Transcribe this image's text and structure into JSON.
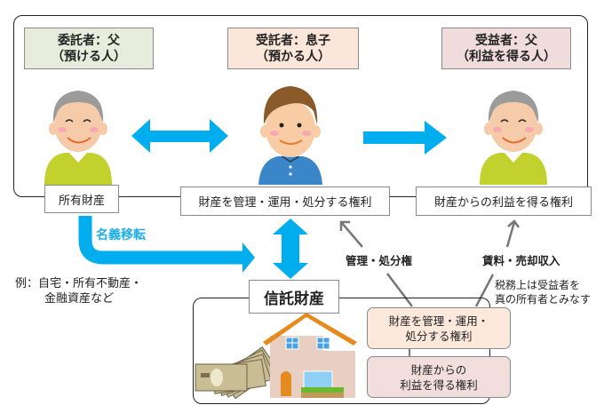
{
  "roles": {
    "settlor": {
      "line1": "委託者：父",
      "line2": "（預ける人）",
      "bg": "#e8ecdc"
    },
    "trustee": {
      "line1": "受託者：息子",
      "line2": "（預かる人）",
      "bg": "#fbe7da"
    },
    "beneficiary": {
      "line1": "受益者：父",
      "line2": "（利益を得る人）",
      "bg": "#f0dcdc"
    }
  },
  "labels": {
    "owned_property": "所有財産",
    "manage_right": "財産を管理・運用・処分する権利",
    "benefit_right": "財産からの利益を得る権利"
  },
  "transfer": {
    "label": "名義移転",
    "color": "#00aeef"
  },
  "example": {
    "line1": "例：自宅・所有不動産・",
    "line2": "金融資産など"
  },
  "trust_property": {
    "title": "信託財産",
    "rights": [
      {
        "line1": "財産を管理・運用・",
        "line2": "処分する権利",
        "bg": "#fde9dc"
      },
      {
        "line1": "財産からの",
        "line2": "利益を得る権利",
        "bg": "#f2dedd"
      }
    ]
  },
  "edges": {
    "management": "管理・処分権",
    "income": "賃料・売却収入"
  },
  "tax_note": {
    "line1": "税務上は受益者を",
    "line2": "真の所有者とみなす"
  },
  "icons": {
    "settlor": "elderly-man-icon",
    "trustee": "young-man-icon",
    "beneficiary": "elderly-man-icon",
    "cash": "banknotes-icon",
    "house": "house-icon"
  }
}
